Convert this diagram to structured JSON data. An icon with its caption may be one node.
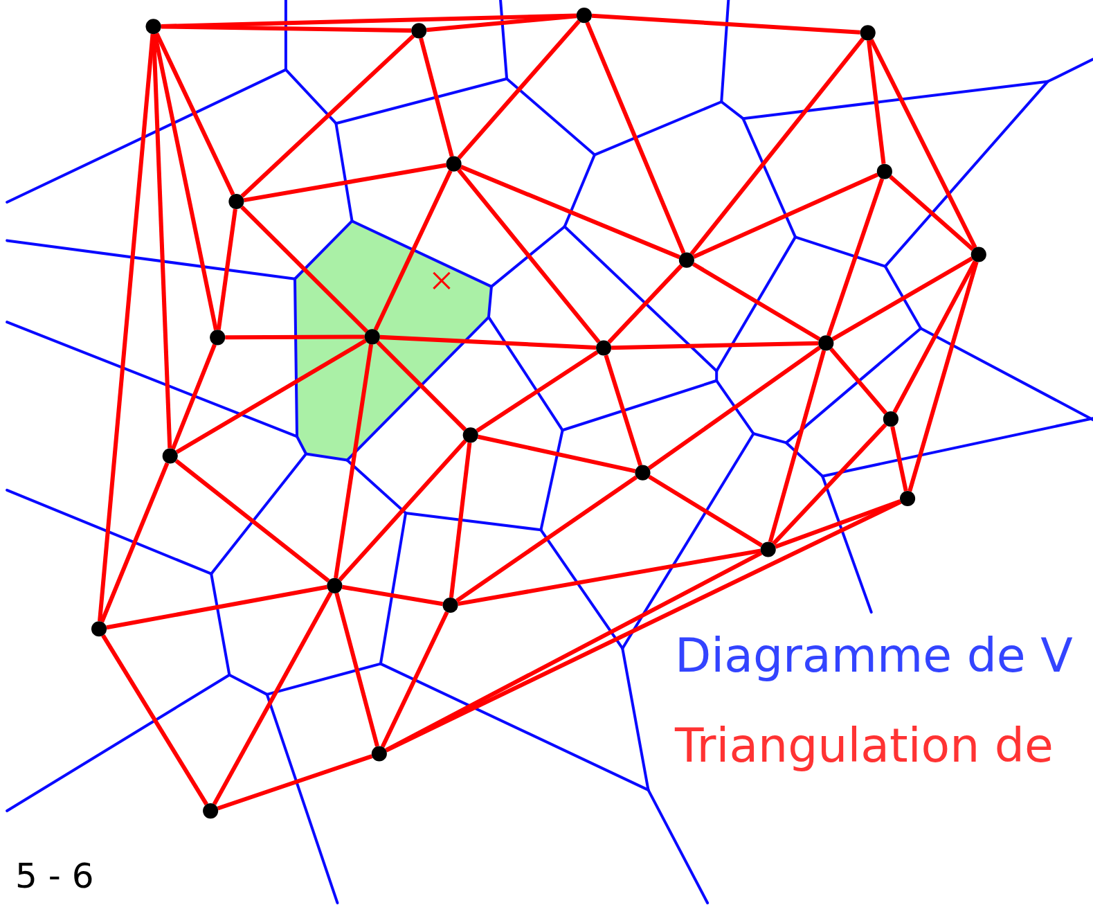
{
  "diagram": {
    "nodes": [
      {
        "text": [],
        "shape": "circle"
      },
      {
        "text": [],
        "shape": "circle"
      },
      {
        "text": [],
        "shape": "circle"
      },
      {
        "text": [],
        "shape": "circle"
      },
      {
        "text": [],
        "shape": "circle"
      },
      {
        "text": [],
        "shape": "circle"
      },
      {
        "text": [],
        "shape": "circle"
      },
      {
        "text": [],
        "shape": "circle"
      },
      {
        "text": [],
        "shape": "circle"
      },
      {
        "text": [],
        "shape": "circle"
      },
      {
        "text": [],
        "shape": "circle"
      },
      {
        "text": [],
        "shape": "circle"
      },
      {
        "text": [],
        "shape": "circle"
      },
      {
        "text": [],
        "shape": "circle"
      },
      {
        "text": [],
        "shape": "circle"
      },
      {
        "text": [],
        "shape": "circle"
      },
      {
        "text": [],
        "shape": "circle"
      },
      {
        "text": [],
        "shape": "circle"
      },
      {
        "text": [],
        "shape": "circle"
      },
      {
        "text": [],
        "shape": "circle"
      },
      {
        "text": [],
        "shape": "circle"
      },
      {
        "text": [],
        "shape": "circle"
      },
      {
        "text": [],
        "shape": "circle"
      },
      {
        "text": [],
        "shape": "circle"
      }
    ],
    "edges": [
      {
        "from": 0,
        "to": 1,
        "arrow": "none"
      },
      {
        "from": 1,
        "to": 2,
        "arrow": "none"
      },
      {
        "from": 0,
        "to": 2,
        "arrow": "none"
      },
      {
        "from": 2,
        "to": 3,
        "arrow": "none"
      },
      {
        "from": 0,
        "to": 4,
        "arrow": "none"
      },
      {
        "from": 0,
        "to": 9,
        "arrow": "none"
      },
      {
        "from": 0,
        "to": 13,
        "arrow": "none"
      },
      {
        "from": 0,
        "to": 21,
        "arrow": "none"
      },
      {
        "from": 1,
        "to": 4,
        "arrow": "none"
      },
      {
        "from": 1,
        "to": 5,
        "arrow": "none"
      },
      {
        "from": 2,
        "to": 5,
        "arrow": "none"
      },
      {
        "from": 2,
        "to": 8,
        "arrow": "none"
      },
      {
        "from": 3,
        "to": 8,
        "arrow": "none"
      },
      {
        "from": 3,
        "to": 6,
        "arrow": "none"
      },
      {
        "from": 3,
        "to": 7,
        "arrow": "none"
      },
      {
        "from": 4,
        "to": 5,
        "arrow": "none"
      },
      {
        "from": 4,
        "to": 9,
        "arrow": "none"
      },
      {
        "from": 4,
        "to": 10,
        "arrow": "none"
      },
      {
        "from": 5,
        "to": 10,
        "arrow": "none"
      },
      {
        "from": 5,
        "to": 11,
        "arrow": "none"
      },
      {
        "from": 5,
        "to": 8,
        "arrow": "none"
      },
      {
        "from": 6,
        "to": 8,
        "arrow": "none"
      },
      {
        "from": 6,
        "to": 12,
        "arrow": "none"
      },
      {
        "from": 6,
        "to": 7,
        "arrow": "none"
      },
      {
        "from": 7,
        "to": 12,
        "arrow": "none"
      },
      {
        "from": 7,
        "to": 15,
        "arrow": "none"
      },
      {
        "from": 7,
        "to": 17,
        "arrow": "none"
      },
      {
        "from": 8,
        "to": 11,
        "arrow": "none"
      },
      {
        "from": 8,
        "to": 12,
        "arrow": "none"
      },
      {
        "from": 9,
        "to": 10,
        "arrow": "none"
      },
      {
        "from": 9,
        "to": 13,
        "arrow": "none"
      },
      {
        "from": 10,
        "to": 11,
        "arrow": "none"
      },
      {
        "from": 10,
        "to": 13,
        "arrow": "none"
      },
      {
        "from": 10,
        "to": 14,
        "arrow": "none"
      },
      {
        "from": 10,
        "to": 19,
        "arrow": "none"
      },
      {
        "from": 11,
        "to": 14,
        "arrow": "none"
      },
      {
        "from": 11,
        "to": 12,
        "arrow": "none"
      },
      {
        "from": 11,
        "to": 16,
        "arrow": "none"
      },
      {
        "from": 12,
        "to": 16,
        "arrow": "none"
      },
      {
        "from": 12,
        "to": 15,
        "arrow": "none"
      },
      {
        "from": 12,
        "to": 18,
        "arrow": "none"
      },
      {
        "from": 15,
        "to": 17,
        "arrow": "none"
      },
      {
        "from": 15,
        "to": 18,
        "arrow": "none"
      },
      {
        "from": 16,
        "to": 14,
        "arrow": "none"
      },
      {
        "from": 16,
        "to": 18,
        "arrow": "none"
      },
      {
        "from": 16,
        "to": 20,
        "arrow": "none"
      },
      {
        "from": 14,
        "to": 19,
        "arrow": "none"
      },
      {
        "from": 14,
        "to": 20,
        "arrow": "none"
      },
      {
        "from": 17,
        "to": 18,
        "arrow": "none"
      },
      {
        "from": 17,
        "to": 22,
        "arrow": "none"
      },
      {
        "from": 18,
        "to": 22,
        "arrow": "none"
      },
      {
        "from": 18,
        "to": 20,
        "arrow": "none"
      },
      {
        "from": 13,
        "to": 19,
        "arrow": "none"
      },
      {
        "from": 13,
        "to": 21,
        "arrow": "none"
      },
      {
        "from": 19,
        "to": 21,
        "arrow": "none"
      },
      {
        "from": 19,
        "to": 20,
        "arrow": "none"
      },
      {
        "from": 19,
        "to": 22,
        "arrow": "none"
      },
      {
        "from": 19,
        "to": 23,
        "arrow": "none"
      },
      {
        "from": 20,
        "to": 22,
        "arrow": "none"
      },
      {
        "from": 21,
        "to": 23,
        "arrow": "none"
      },
      {
        "from": 23,
        "to": 22,
        "arrow": "none"
      }
    ],
    "labels": [
      "Diagramme de V",
      "Triangulation de",
      "5 - 6"
    ]
  }
}
